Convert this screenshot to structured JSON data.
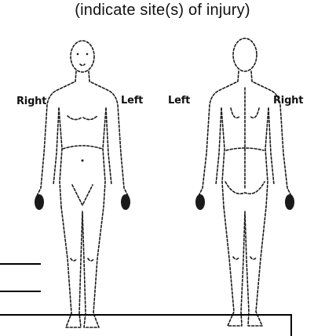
{
  "instruction": "(indicate site(s) of injury)",
  "front_figure": {
    "labels": {
      "right": "Right",
      "left": "Left"
    }
  },
  "back_figure": {
    "labels": {
      "left": "Left",
      "right": "Right"
    }
  },
  "colors": {
    "ink": "#111111",
    "background": "#ffffff"
  }
}
